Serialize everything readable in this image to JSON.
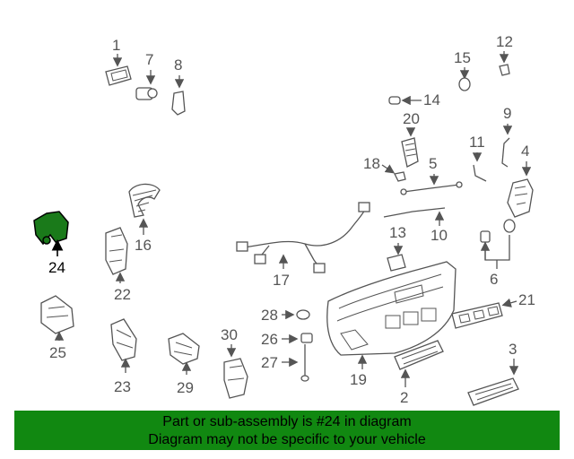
{
  "highlighted_part": "24",
  "colors": {
    "highlight": "#1a7a1a",
    "banner": "#118811",
    "line": "#555555"
  },
  "callouts": {
    "c1": "1",
    "c2": "2",
    "c3": "3",
    "c4": "4",
    "c5": "5",
    "c6": "6",
    "c7": "7",
    "c8": "8",
    "c9": "9",
    "c10": "10",
    "c11": "11",
    "c12": "12",
    "c13": "13",
    "c14": "14",
    "c15": "15",
    "c16": "16",
    "c17": "17",
    "c18": "18",
    "c19": "19",
    "c20": "20",
    "c21": "21",
    "c22": "22",
    "c23": "23",
    "c24": "24",
    "c25": "25",
    "c26": "26",
    "c27": "27",
    "c28": "28",
    "c29": "29",
    "c30": "30"
  },
  "banner": {
    "line1": "Part or sub-assembly is #24 in diagram",
    "line2": "Diagram may not be specific to your vehicle"
  }
}
